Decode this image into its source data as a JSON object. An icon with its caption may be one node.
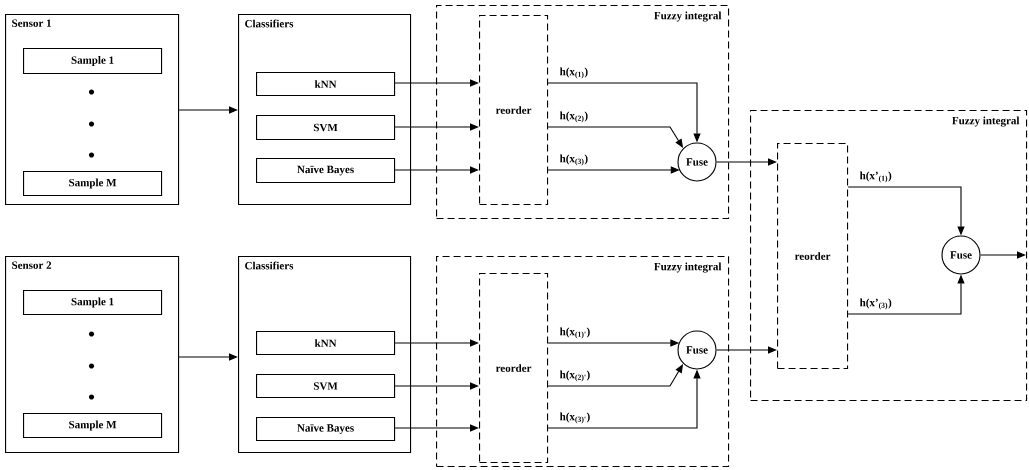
{
  "diagram": {
    "nodes": [
      {
        "text": [
          "Sensor 1"
        ]
      },
      {
        "text": [
          "Sample 1"
        ],
        "in": 0
      },
      {
        "text": [
          "Sample M"
        ],
        "in": 0
      },
      {
        "text": [
          "Classifiers"
        ]
      },
      {
        "text": [
          "kNN"
        ],
        "in": 3
      },
      {
        "text": [
          "SVM"
        ],
        "in": 3
      },
      {
        "text": [
          "Naïve Bayes"
        ],
        "in": 3
      },
      {
        "text": [
          "Fuzzy integral"
        ]
      },
      {
        "text": [
          "reorder"
        ],
        "in": 7
      },
      {
        "text": [
          "Fuse"
        ],
        "in": 7
      },
      {
        "text": [
          "Sensor 2"
        ]
      },
      {
        "text": [
          "Sample 1"
        ],
        "in": 10
      },
      {
        "text": [
          "Sample M"
        ],
        "in": 10
      },
      {
        "text": [
          "Classifiers"
        ]
      },
      {
        "text": [
          "kNN"
        ],
        "in": 13
      },
      {
        "text": [
          "SVM"
        ],
        "in": 13
      },
      {
        "text": [
          "Naïve Bayes"
        ],
        "in": 13
      },
      {
        "text": [
          "Fuzzy integral"
        ]
      },
      {
        "text": [
          "reorder"
        ],
        "in": 17
      },
      {
        "text": [
          "Fuse"
        ],
        "in": 17
      },
      {
        "text": [
          "Fuzzy integral"
        ]
      },
      {
        "text": [
          "reorder"
        ],
        "in": 20
      },
      {
        "text": [
          "Fuse"
        ],
        "in": 20
      }
    ],
    "edges": [
      {
        "from": 0,
        "to": 3,
        "arrow": "to"
      },
      {
        "from": 4,
        "to": 8,
        "arrow": "to"
      },
      {
        "from": 5,
        "to": 8,
        "arrow": "to"
      },
      {
        "from": 6,
        "to": 8,
        "arrow": "to"
      },
      {
        "from": 8,
        "to": 9,
        "arrow": "to",
        "label": "h(x$_{(1)}$)"
      },
      {
        "from": 8,
        "to": 9,
        "arrow": "to",
        "label": "h(x$_{(2)}$)"
      },
      {
        "from": 8,
        "to": 9,
        "arrow": "to",
        "label": "h(x$_{(3)}$)"
      },
      {
        "from": 10,
        "to": 13,
        "arrow": "to"
      },
      {
        "from": 14,
        "to": 18,
        "arrow": "to"
      },
      {
        "from": 15,
        "to": 18,
        "arrow": "to"
      },
      {
        "from": 16,
        "to": 18,
        "arrow": "to"
      },
      {
        "from": 18,
        "to": 19,
        "arrow": "to",
        "label": "h(x$_{(1)'}$)"
      },
      {
        "from": 18,
        "to": 19,
        "arrow": "to",
        "label": "h(x$_{(2)'}$)"
      },
      {
        "from": 18,
        "to": 19,
        "arrow": "to",
        "label": "h(x$_{(3)'}$)"
      },
      {
        "from": 9,
        "to": 21,
        "arrow": "to"
      },
      {
        "from": 19,
        "to": 21,
        "arrow": "to"
      },
      {
        "from": 21,
        "to": 22,
        "arrow": "to",
        "label": "h(x’$_{(1)}$)"
      },
      {
        "from": 21,
        "to": 22,
        "arrow": "to",
        "label": "h(x’$_{(3)}$)"
      },
      {
        "from": 22,
        "to": null,
        "arrow": "to"
      }
    ]
  }
}
